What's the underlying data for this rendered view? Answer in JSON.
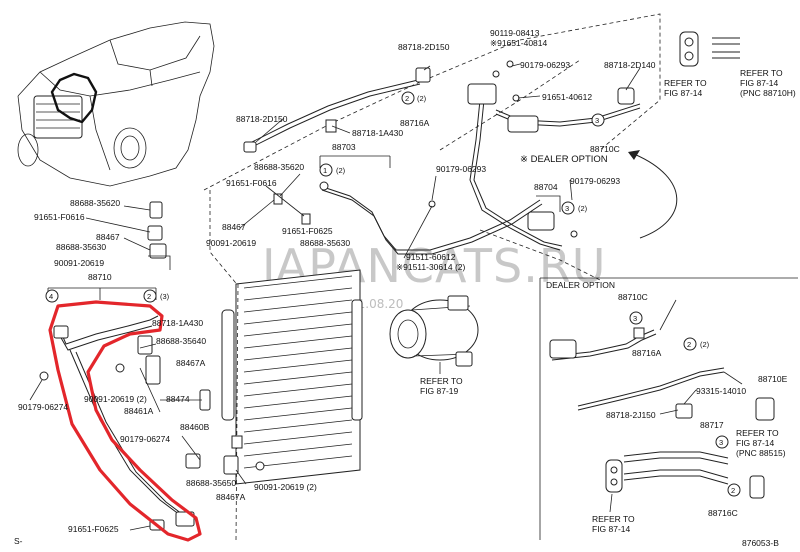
{
  "watermark": {
    "text": "JAPANCATS.RU",
    "date": "31.08.20"
  },
  "footer": {
    "left": "S-",
    "right": "876053-B"
  },
  "dealer_option_box": {
    "title": "DEALER OPTION"
  },
  "dealer_option_note": "※ DEALER OPTION",
  "refer": {
    "fig_87_19": [
      "REFER TO",
      "FIG 87-19"
    ],
    "fig_87_14_top": [
      "REFER TO",
      "FIG 87-14"
    ],
    "fig_87_14_pnc_top": [
      "REFER TO",
      "FIG 87-14",
      "(PNC 88710H)"
    ],
    "fig_87_14_pnc_right": [
      "REFER TO",
      "FIG 87-14",
      "(PNC 88515)"
    ],
    "fig_87_14_bottom": [
      "REFER TO",
      "FIG 87-14"
    ]
  },
  "circled": {
    "c2": "2",
    "c3": "3",
    "c4": "4",
    "c1": "1"
  },
  "labels": {
    "p90119": "90119-08413",
    "p91651_40814": "※91651-40814",
    "p90179_06293_a": "90179-06293",
    "p88718_2d140": "88718-2D140",
    "p88718_2d150_a": "88718-2D150",
    "p88716a_a": "88716A",
    "p91651_40612": "91651-40612",
    "p88710c_a": "88710C",
    "p88718_2d150_b": "88718-2D150",
    "p88718_1a430_a": "88718-1A430",
    "p88703": "88703",
    "p88688_35620_a": "88688-35620",
    "p91651_f0616_a": "91651-F0616",
    "p90179_06293_b": "90179-06293",
    "p88704": "88704",
    "p90179_06293_c": "90179-06293",
    "p88467_a": "88467",
    "p91651_f0625_a": "91651-F0625",
    "p90091_20619_a": "90091-20619",
    "p88688_35630_a": "88688-35630",
    "p91511_60612": "91511-60612",
    "p91511_30614": "※91511-30614 (2)",
    "p88688_35620_b": "88688-35620",
    "p91651_f0616_b": "91651-F0616",
    "p88467_b": "88467",
    "p88688_35630_b": "88688-35630",
    "p90091_20619_b": "90091-20619",
    "p88710": "88710",
    "p88718_1a430_b": "88718-1A430",
    "p88688_35640": "88688-35640",
    "p88467a_a": "88467A",
    "p90179_06274_a": "90179-06274",
    "p90091_20619_2": "90091-20619 (2)",
    "p88474": "88474",
    "p88461a": "88461A",
    "p90179_06274_b": "90179-06274",
    "p88460b": "88460B",
    "p88688_35650": "88688-35650",
    "p90091_20619_c": "90091-20619 (2)",
    "p88467a_b": "88467A",
    "p91651_f0625_b": "91651-F0625",
    "p88710c_b": "88710C",
    "p88716a_b": "88716A",
    "p88710e": "88710E",
    "p93315": "93315-14010",
    "p88718_2j150": "88718-2J150",
    "p88717": "88717",
    "p88716c": "88716C"
  },
  "qty": {
    "q2": "(2)",
    "q3": "(3)"
  }
}
